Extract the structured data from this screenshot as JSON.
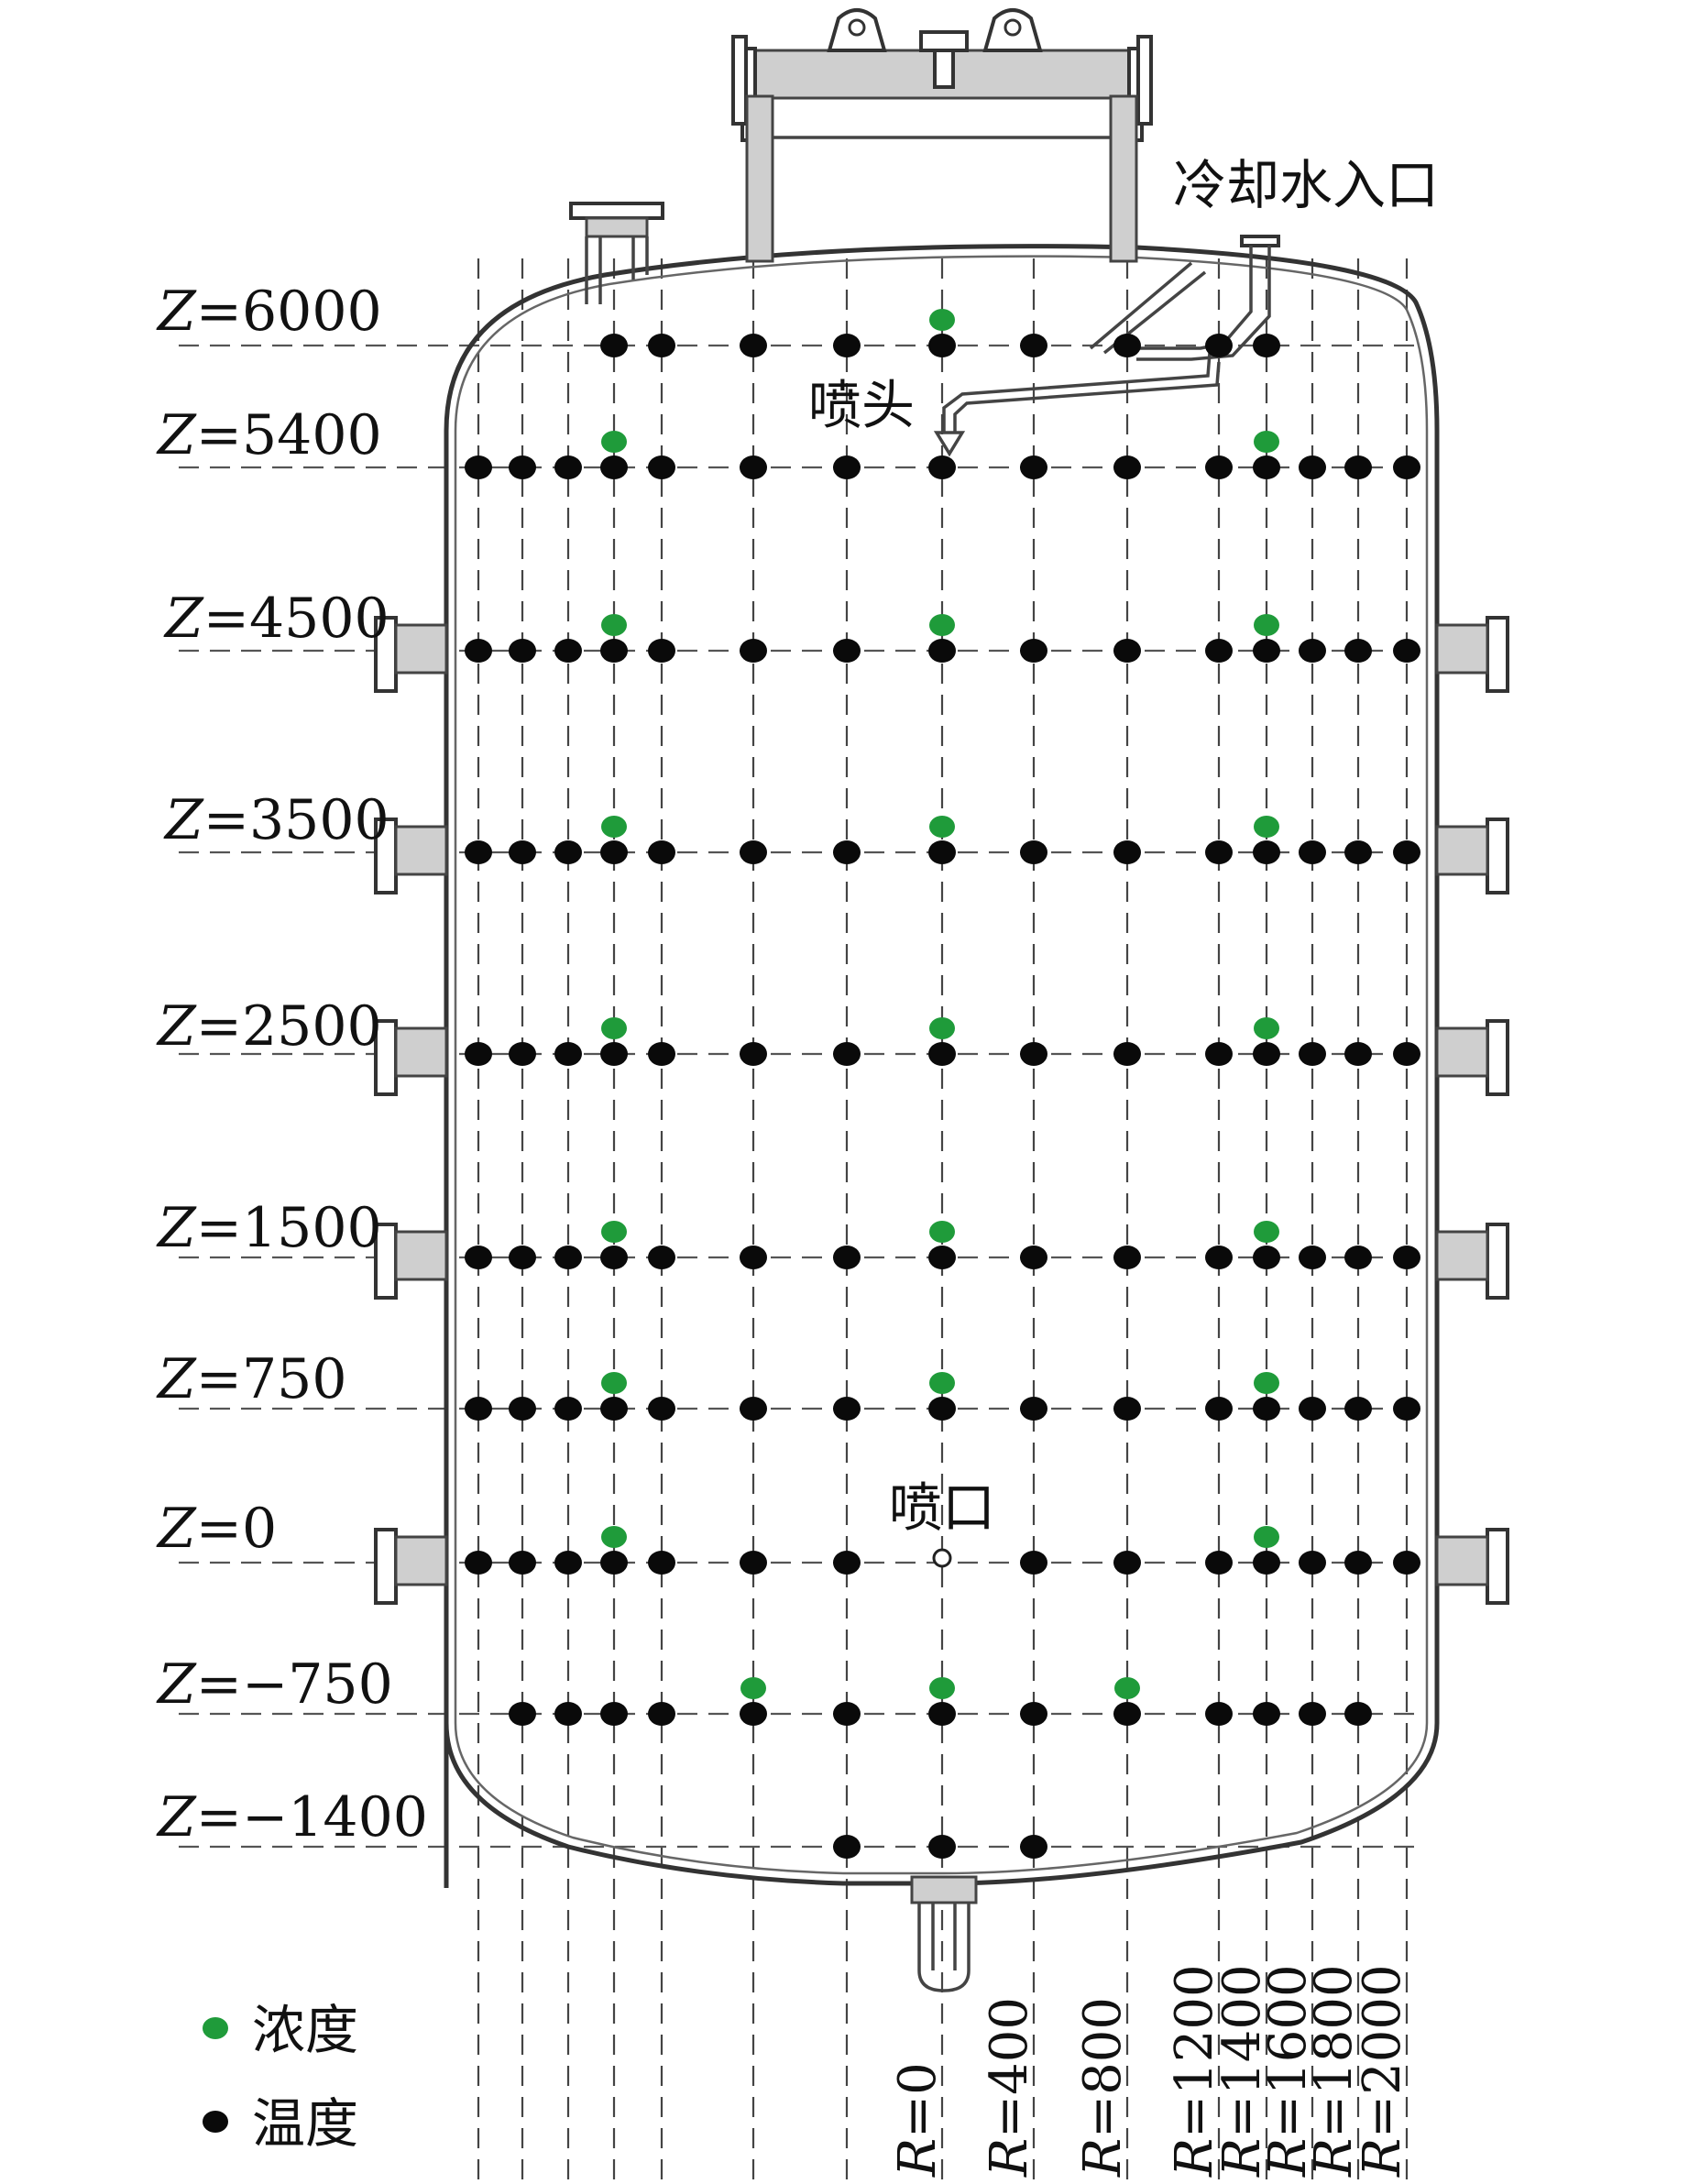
{
  "annotations": {
    "cooling_inlet": "冷却水入口",
    "spray_head": "喷头",
    "nozzle": "喷口"
  },
  "legend": [
    {
      "label": "浓度",
      "color": "#1f9b3a"
    },
    {
      "label": "温度",
      "color": "#0a0a0a"
    }
  ],
  "z_levels": [
    {
      "prefix": "Z",
      "value": "=6000"
    },
    {
      "prefix": "Z",
      "value": "=5400"
    },
    {
      "prefix": "Z",
      "value": "=4500"
    },
    {
      "prefix": "Z",
      "value": "=3500"
    },
    {
      "prefix": "Z",
      "value": "=2500"
    },
    {
      "prefix": "Z",
      "value": "=1500"
    },
    {
      "prefix": "Z",
      "value": "=750"
    },
    {
      "prefix": "Z",
      "value": "=0"
    },
    {
      "prefix": "Z",
      "value": "=−750"
    },
    {
      "prefix": "Z",
      "value": "=−1400"
    }
  ],
  "r_labels": [
    {
      "prefix": "R",
      "value": "=0"
    },
    {
      "prefix": "R",
      "value": "=400"
    },
    {
      "prefix": "R",
      "value": "=800"
    },
    {
      "prefix": "R",
      "value": "=1200"
    },
    {
      "prefix": "R",
      "value": "=1400"
    },
    {
      "prefix": "R",
      "value": "=1600"
    },
    {
      "prefix": "R",
      "value": "=1800"
    },
    {
      "prefix": "R",
      "value": "=2000"
    }
  ],
  "colors": {
    "concentration": "#1f9b3a",
    "temperature": "#0a0a0a"
  }
}
